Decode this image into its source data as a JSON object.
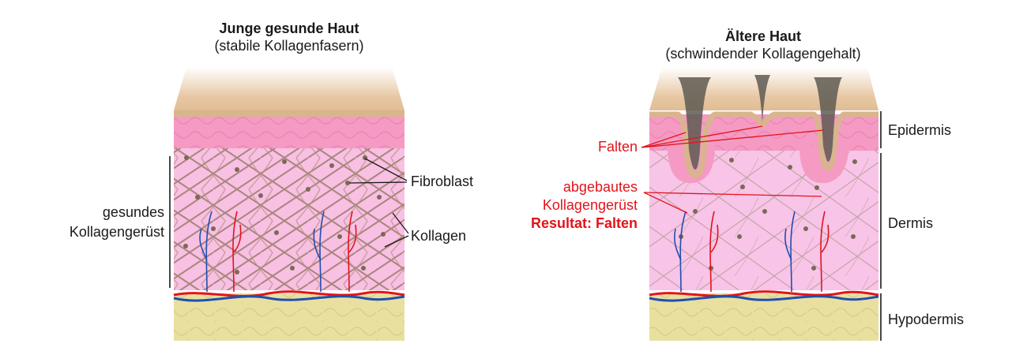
{
  "left_panel": {
    "title": "Junge gesunde Haut",
    "subtitle": "(stabile Kollagenfasern)",
    "label_scaffold_line1": "gesundes",
    "label_scaffold_line2": "Kollagengerüst",
    "label_fibroblast": "Fibroblast",
    "label_collagen": "Kollagen"
  },
  "right_panel": {
    "title": "Ältere Haut",
    "subtitle": "(schwindender Kollagengehalt)",
    "label_wrinkles": "Falten",
    "label_degraded_line1": "abgebautes",
    "label_degraded_line2": "Kollagengerüst",
    "label_result": "Resultat: Falten",
    "layer_epidermis": "Epidermis",
    "layer_dermis": "Dermis",
    "layer_hypodermis": "Hypodermis"
  },
  "colors": {
    "surface": "#e7c7a2",
    "epidermis": "#f59ac3",
    "dermis": "#f8c4e8",
    "hypodermis": "#e9e0a0",
    "fiber": "#a08070",
    "artery": "#e3131b",
    "vein": "#1f4fb0",
    "annotation": "#e3131b"
  }
}
